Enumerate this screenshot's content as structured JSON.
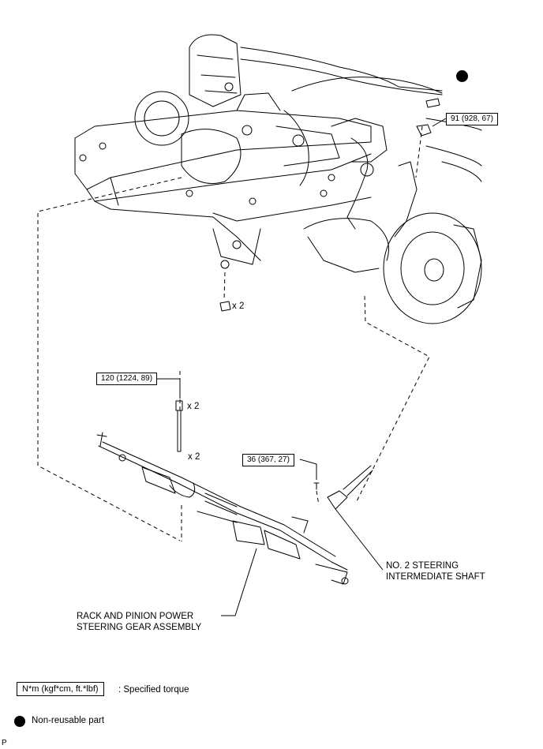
{
  "torques": {
    "upper_nut": "91 (928, 67)",
    "bolt": "120 (1224, 89)",
    "joint_bolt": "36 (367, 27)"
  },
  "quantities": {
    "nut_qty": "x 2",
    "bolt_qty": "x 2",
    "bolt_qty2": "x 2"
  },
  "callouts": {
    "shaft_line1": "NO. 2 STEERING",
    "shaft_line2": "INTERMEDIATE SHAFT",
    "rack_line1": "RACK AND PINION POWER",
    "rack_line2": "STEERING GEAR ASSEMBLY"
  },
  "legend": {
    "torque_unit": "N*m (kgf*cm, ft.*lbf)",
    "torque_desc": ": Specified torque",
    "nonreusable_desc": "Non-reusable part"
  },
  "footer": {
    "code": "P"
  }
}
